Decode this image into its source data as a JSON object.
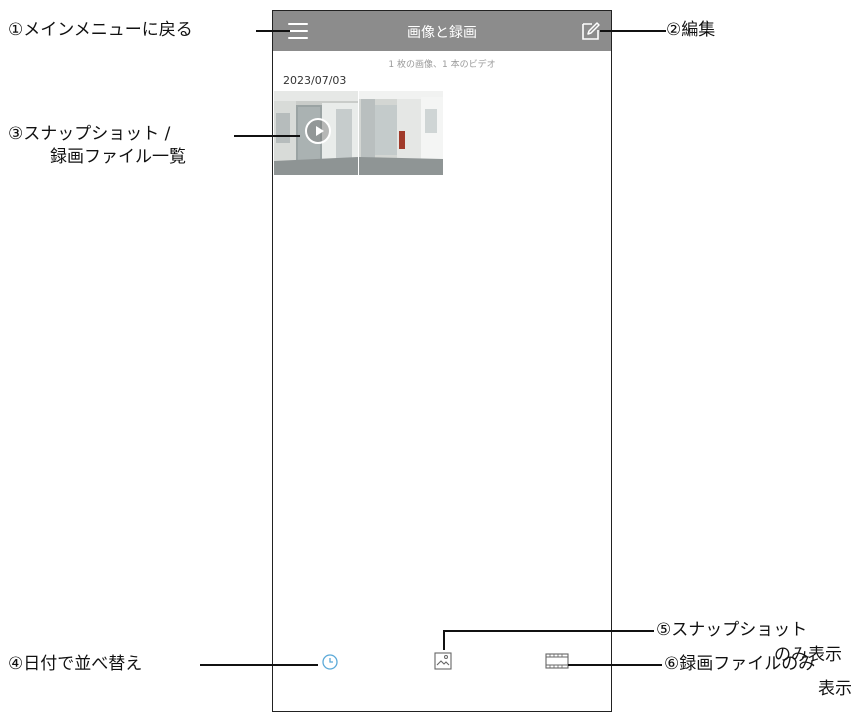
{
  "app": {
    "title": "画像と録画",
    "file_count": "1 枚の画像、1 本のビデオ",
    "date_group": "2023/07/03",
    "icons": {
      "menu": "hamburger-menu-icon",
      "edit": "edit-pencil-icon",
      "play": "play-icon",
      "sort": "clock-icon",
      "photos": "image-icon",
      "videos": "film-icon"
    },
    "colors": {
      "appbar": "#8c8c8c",
      "accent": "#5aa9d8"
    }
  },
  "annotations": {
    "menu": "①メインメニューに戻る",
    "edit": "②編集",
    "list_line1": "③スナップショット /",
    "list_line2": "録画ファイル一覧",
    "sort": "④日付で並べ替え",
    "snap_line1": "⑤スナップショット",
    "snap_line2": "のみ表示",
    "video_line1": "⑥録画ファイルのみ",
    "video_line2": "表示"
  }
}
